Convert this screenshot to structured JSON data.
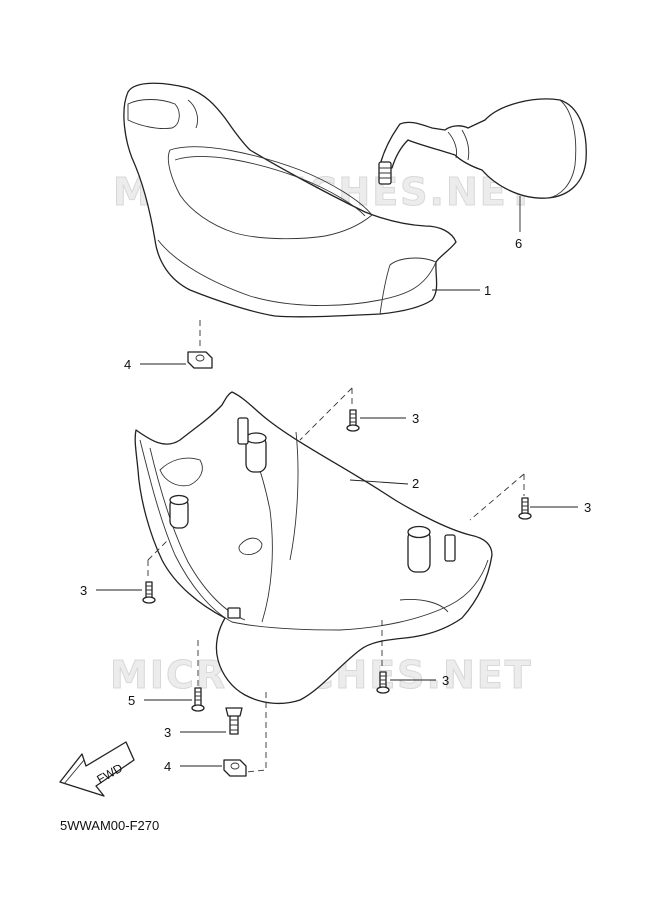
{
  "watermark": "MICROFICHES.NET",
  "direction_label": "FWD",
  "diagram_code": "5WWAM00-F270",
  "callouts": {
    "c1": "1",
    "c2": "2",
    "c3a": "3",
    "c3b": "3",
    "c3c": "3",
    "c3d": "3",
    "c3e": "3",
    "c4a": "4",
    "c4b": "4",
    "c5": "5",
    "c6": "6"
  }
}
